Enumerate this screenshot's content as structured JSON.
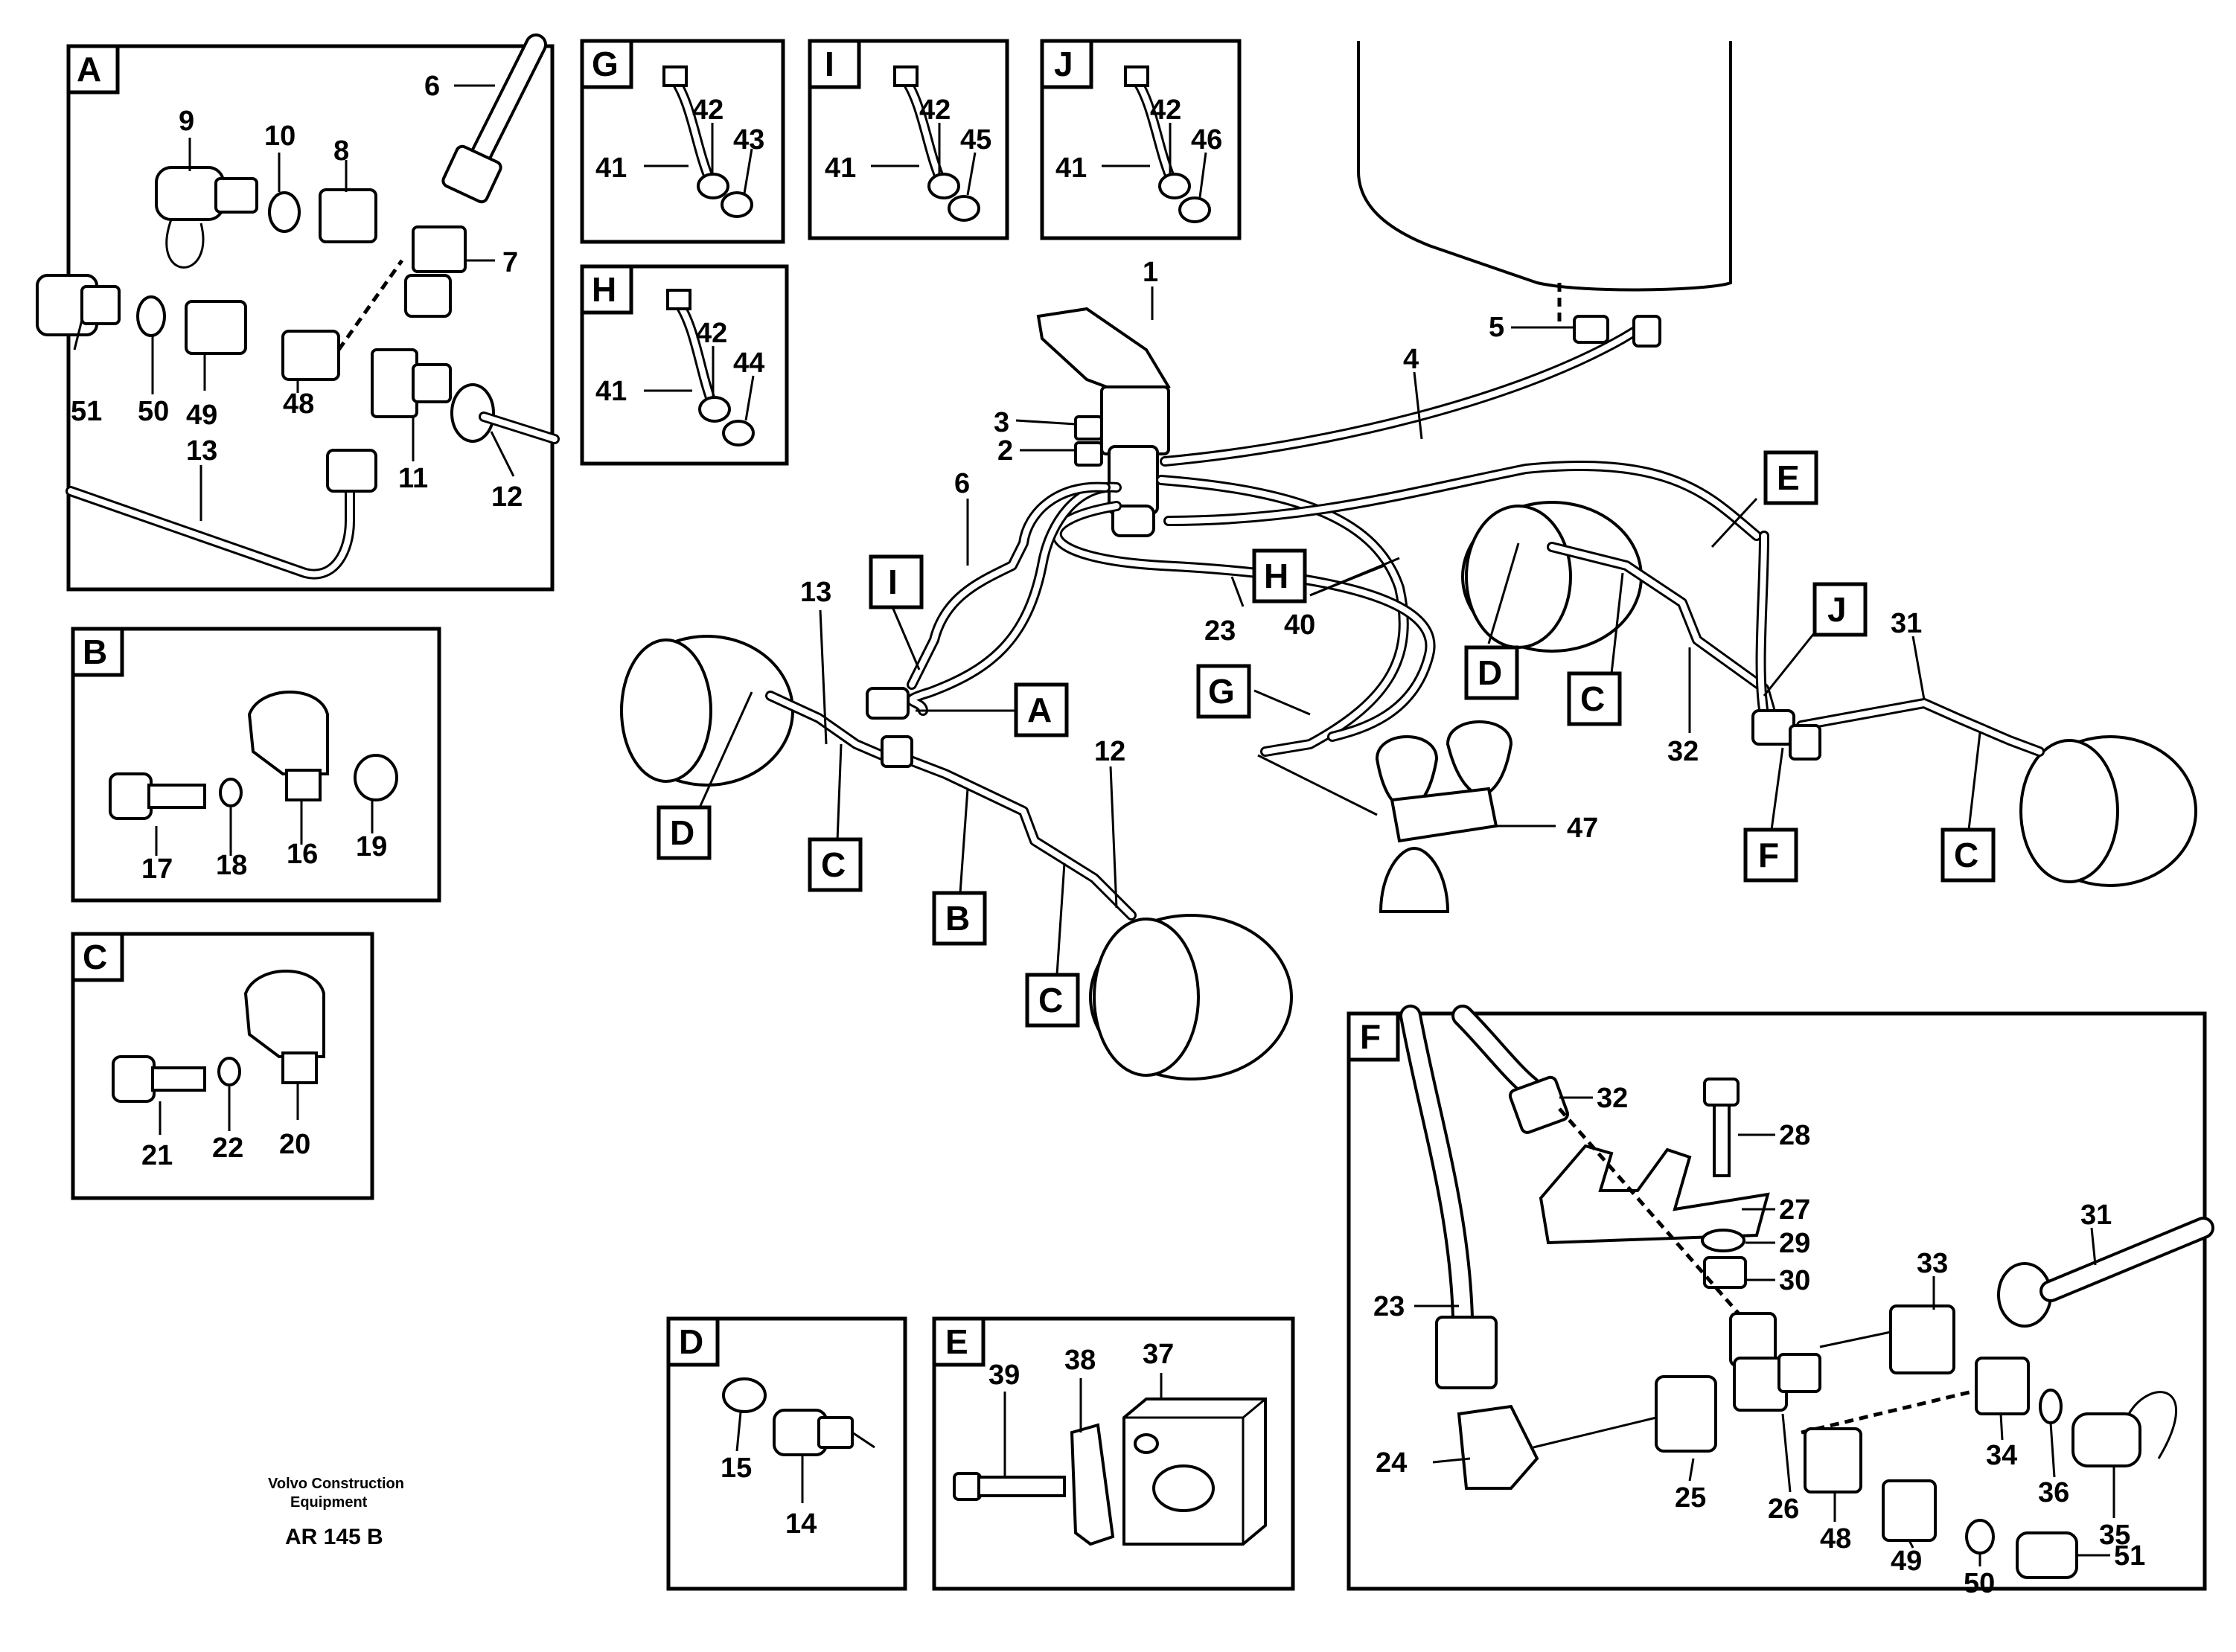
{
  "footer": {
    "maker": "Volvo Construction",
    "maker2": "Equipment",
    "ref": "AR 145 B"
  },
  "insets": {
    "A": {
      "letter": "A",
      "labels": [
        "9",
        "10",
        "8",
        "6",
        "7",
        "51",
        "50",
        "49",
        "48",
        "11",
        "12",
        "13"
      ]
    },
    "B": {
      "letter": "B",
      "labels": [
        "17",
        "18",
        "16",
        "19"
      ]
    },
    "C": {
      "letter": "C",
      "labels": [
        "21",
        "22",
        "20"
      ]
    },
    "D": {
      "letter": "D",
      "labels": [
        "15",
        "14"
      ]
    },
    "E": {
      "letter": "E",
      "labels": [
        "39",
        "38",
        "37"
      ]
    },
    "F": {
      "letter": "F",
      "labels": [
        "32",
        "28",
        "27",
        "29",
        "30",
        "33",
        "31",
        "23",
        "24",
        "25",
        "26",
        "48",
        "49",
        "50",
        "51",
        "34",
        "36",
        "35"
      ]
    },
    "G": {
      "letter": "G",
      "labels": [
        "42",
        "43",
        "41"
      ]
    },
    "H": {
      "letter": "H",
      "labels": [
        "42",
        "44",
        "41"
      ]
    },
    "I": {
      "letter": "I",
      "labels": [
        "42",
        "45",
        "41"
      ]
    },
    "J": {
      "letter": "J",
      "labels": [
        "42",
        "46",
        "41"
      ]
    }
  },
  "main": {
    "labels": [
      "1",
      "2",
      "3",
      "4",
      "5",
      "6",
      "13",
      "12",
      "23",
      "40",
      "31",
      "32",
      "47"
    ],
    "tags": [
      "I",
      "A",
      "D",
      "C",
      "B",
      "C",
      "H",
      "G",
      "E",
      "J",
      "D",
      "C",
      "F",
      "C"
    ]
  }
}
